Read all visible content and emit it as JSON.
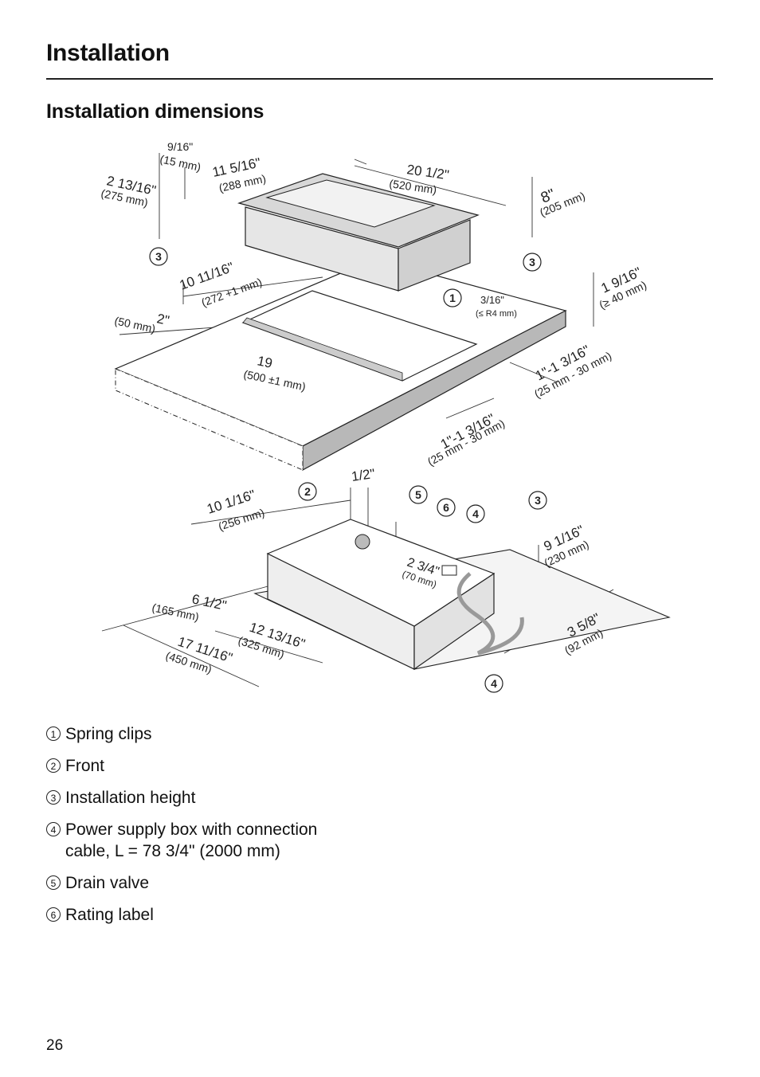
{
  "header": {
    "title": "Installation"
  },
  "section": {
    "title": "Installation dimensions"
  },
  "diagram": {
    "callouts": [
      "1",
      "2",
      "3",
      "4",
      "5",
      "6"
    ],
    "dims": {
      "d1": "9/16\"",
      "d1mm": "(15 mm)",
      "d2": "11 5/16\"",
      "d2mm": "(288 mm)",
      "d3": "2 13/16\"",
      "d3mm": "(275 mm)",
      "d4": "20 1/2\"",
      "d4mm": "(520 mm)",
      "d5": "8\"",
      "d5mm": "(205 mm)",
      "d6": "10 11/16\"",
      "d6mm": "(272 +1 mm)",
      "d7": "3/16\"",
      "d7mm": "(≤ R4 mm)",
      "d8": "1 9/16\"",
      "d8mm": "(≥ 40 mm)",
      "d9": "2\"",
      "d9mm": "(50 mm)",
      "d10": "19",
      "d10mm": "(500 ±1 mm)",
      "d11": "1\"-1 3/16\"",
      "d11mm": "(25 mm - 30 mm)",
      "d12": "1\"-1 3/16\"",
      "d12mm": "(25 mm - 30 mm)",
      "d13": "10 1/16\"",
      "d13mm": "(256 mm)",
      "d14": "1/2\"",
      "d15": "9 1/16\"",
      "d15mm": "(230 mm)",
      "d16": "2 3/4\"",
      "d16mm": "(70 mm)",
      "d17": "6 1/2\"",
      "d17mm": "(165 mm)",
      "d18": "12 13/16\"",
      "d18mm": "(325 mm)",
      "d19": "17 11/16\"",
      "d19mm": "(450 mm)",
      "d20": "3 5/8\"",
      "d20mm": "(92 mm)"
    }
  },
  "legend": [
    {
      "num": "1",
      "text": "Spring clips"
    },
    {
      "num": "2",
      "text": "Front"
    },
    {
      "num": "3",
      "text": "Installation height"
    },
    {
      "num": "4",
      "text": "Power supply box with connection\ncable, L = 78 3/4\" (2000 mm)"
    },
    {
      "num": "5",
      "text": "Drain valve"
    },
    {
      "num": "6",
      "text": "Rating label"
    }
  ],
  "footer": {
    "page_number": "26"
  }
}
